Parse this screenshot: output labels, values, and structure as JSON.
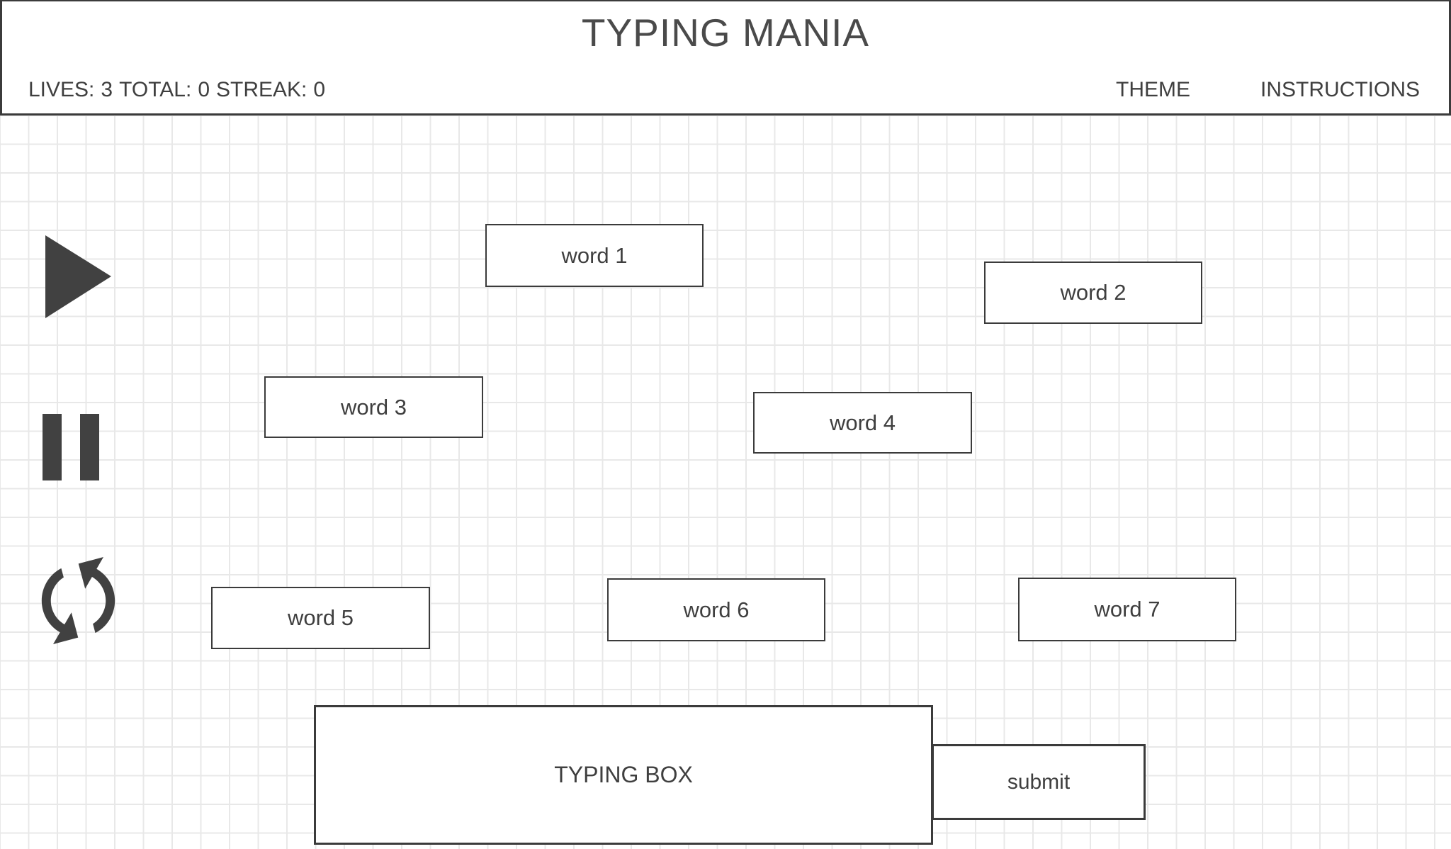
{
  "header": {
    "title": "TYPING MANIA",
    "stats": {
      "lives_label": "LIVES:",
      "lives_value": "3",
      "total_label": "TOTAL:",
      "total_value": "0",
      "streak_label": "STREAK:",
      "streak_value": "0"
    },
    "nav": {
      "theme_label": "THEME",
      "instructions_label": "INSTRUCTIONS"
    }
  },
  "controls": {
    "play_icon": "play-icon",
    "pause_icon": "pause-icon",
    "restart_icon": "restart-icon"
  },
  "words": [
    "word 1",
    "word 2",
    "word 3",
    "word 4",
    "word 5",
    "word 6",
    "word 7"
  ],
  "typing_area": {
    "box_label": "TYPING BOX",
    "submit_label": "submit"
  },
  "colors": {
    "ink": "#414141",
    "box_border": "#3b3b3b",
    "grid_line": "#e8e8e8",
    "background": "#ffffff",
    "text": "#3f3f3f"
  }
}
